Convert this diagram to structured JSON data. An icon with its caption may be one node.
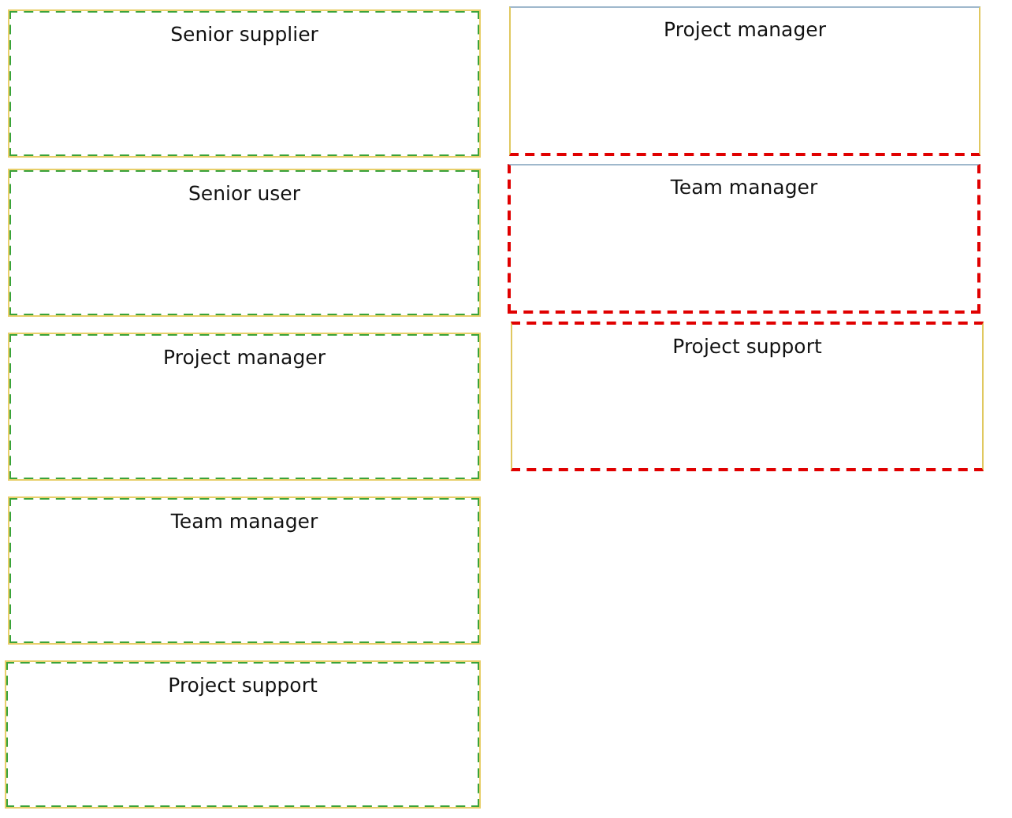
{
  "diagram": {
    "nodes": [
      {
        "text": [
          "Senior supplier"
        ]
      },
      {
        "text": [
          "Senior user"
        ]
      },
      {
        "text": [
          "Project manager"
        ]
      },
      {
        "text": [
          "Team manager"
        ]
      },
      {
        "text": [
          "Project support"
        ]
      },
      {
        "text": [
          "Project manager"
        ]
      },
      {
        "text": [
          "Team manager"
        ]
      },
      {
        "text": [
          "Project support"
        ]
      }
    ]
  }
}
